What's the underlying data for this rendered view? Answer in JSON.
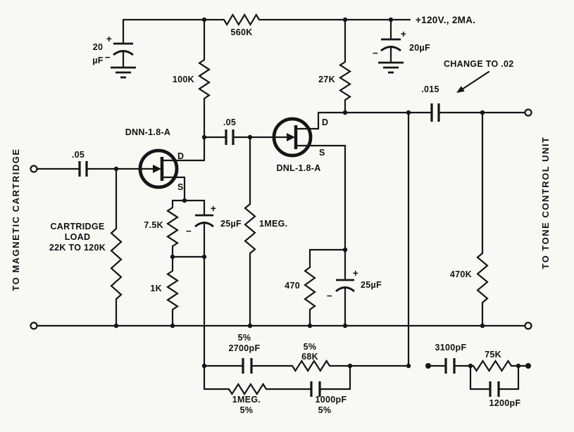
{
  "schematic": {
    "supply": "+120V., 2MA.",
    "note": "CHANGE TO .02",
    "side_left": "TO MAGNETIC CARTRIDGE",
    "side_right": "TO TONE CONTROL UNIT",
    "q1": {
      "name": "DNN-1.8-A",
      "d": "D",
      "s": "S"
    },
    "q2": {
      "name": "DNL-1.8-A",
      "d": "D",
      "s": "S"
    },
    "r560k": "560K",
    "r100k": "100K",
    "r27k": "27K",
    "r7k5": "7.5K",
    "r1k": "1K",
    "r470": "470",
    "r470k": "470K",
    "r1meg_gate": "1MEG.",
    "c20l_val": "20",
    "c20l_unit": "µF",
    "c20r": "20µF",
    "c25a": "25µF",
    "c25b": "25µF",
    "c05_in": ".05",
    "c05_mid": ".05",
    "c015": ".015",
    "cart1": "CARTRIDGE",
    "cart2": "LOAD",
    "cart3": "22K TO 120K",
    "fb": {
      "tol_c2700": "5%",
      "c2700": "2700pF",
      "tol_r68k": "5%",
      "r68k": "68K",
      "r1meg": "1MEG.",
      "tol_r1meg": "5%",
      "c1000": "1000pF",
      "tol_c1000": "5%"
    },
    "alt": {
      "c3100": "3100pF",
      "r75k": "75K",
      "c1200": "1200pF"
    },
    "plus": "+",
    "minus": "−"
  }
}
